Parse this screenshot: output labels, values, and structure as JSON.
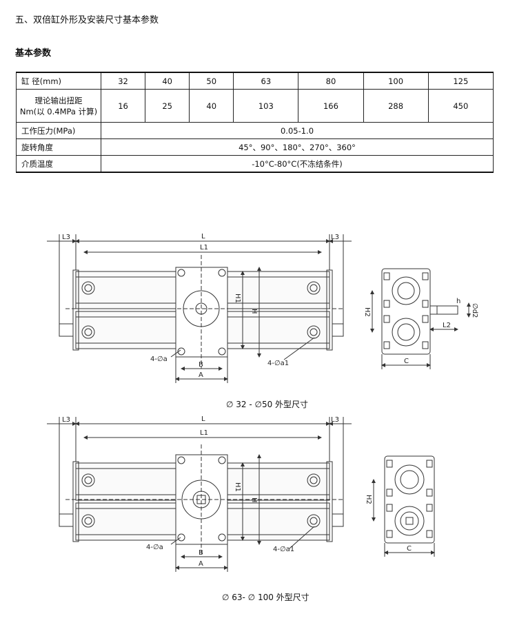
{
  "heading": "五、双倍缸外形及安装尺寸基本参数",
  "subheading": "基本参数",
  "table": {
    "bore_label": "缸  径(mm)",
    "bores": [
      "32",
      "40",
      "50",
      "63",
      "80",
      "100",
      "125"
    ],
    "torque_label_1": "理论输出扭距",
    "torque_label_2": "Nm(以 0.4MPa 计算)",
    "torques": [
      "16",
      "25",
      "40",
      "103",
      "166",
      "288",
      "450"
    ],
    "pressure_label": "工作压力(MPa)",
    "pressure_value": "0.05-1.0",
    "angle_label": "旋转角度",
    "angle_value": "45°、90°、180°、270°、360°",
    "temp_label": "介质温度",
    "temp_value": "-10°C-80°C(不冻结条件)"
  },
  "drawing1": {
    "caption": "∅ 32 - ∅50 外型尺寸",
    "dims": {
      "l3_left": "L3",
      "l3_right": "L3",
      "l": "L",
      "l1": "L1",
      "h1": "H1",
      "h": "H",
      "a": "A",
      "b": "B",
      "hole_a": "4-∅a",
      "hole_a1": "4-∅a1",
      "h2": "H2",
      "c": "C",
      "d2": "∅d2",
      "l2": "L2",
      "h_shaft": "h"
    }
  },
  "drawing2": {
    "caption": "∅ 63- ∅ 100 外型尺寸",
    "dims": {
      "l3_left": "L3",
      "l3_right": "L3",
      "l": "L",
      "l1": "L1",
      "h1": "H1",
      "h": "H",
      "a": "A",
      "b": "B",
      "hole_a": "4-∅a",
      "hole_a1": "4-∅a1",
      "h2": "H2",
      "c": "C"
    }
  }
}
